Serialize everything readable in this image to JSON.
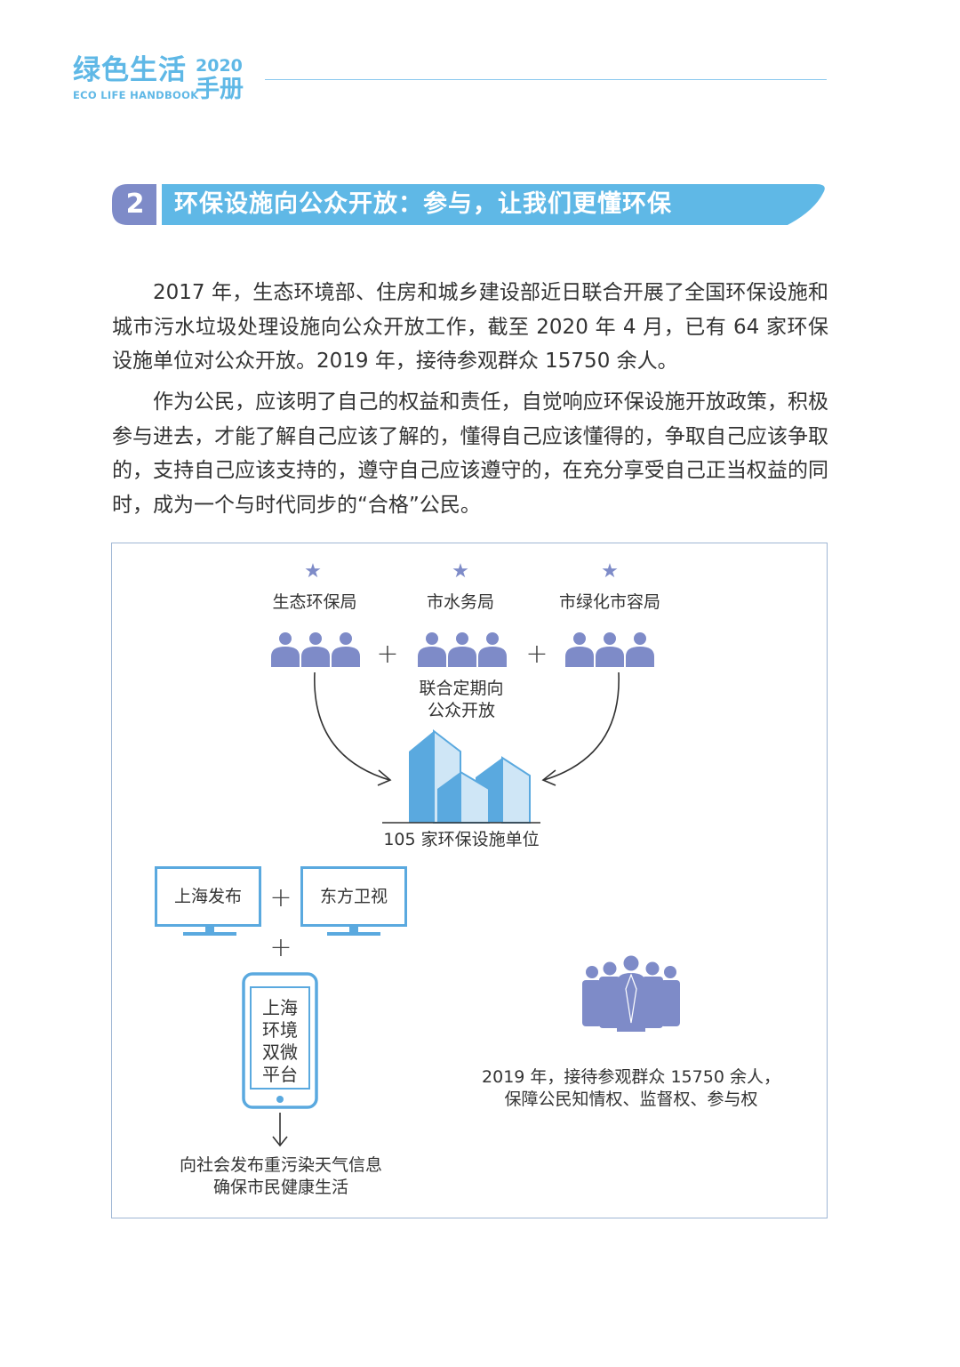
{
  "header": {
    "logo_zh": "绿色生活",
    "logo_year": "2020",
    "logo_handbook": "手册",
    "logo_en": "ECO LIFE HANDBOOK"
  },
  "section": {
    "number": "2",
    "title": "环保设施向公众开放：参与，让我们更懂环保"
  },
  "paragraphs": [
    "2017 年，生态环境部、住房和城乡建设部近日联合开展了全国环保设施和城市污水垃圾处理设施向公众开放工作，截至 2020 年 4 月，已有 64 家环保设施单位对公众开放。2019 年，接待参观群众 15750 余人。",
    "作为公民，应该明了自己的权益和责任，自觉响应环保设施开放政策，积极参与进去，才能了解自己应该了解的，懂得自己应该懂得的，争取自己应该争取的，支持自己应该支持的，遵守自己应该遵守的，在充分享受自己正当权益的同时，成为一个与时代同步的“合格”公民。"
  ],
  "diagram": {
    "agencies": [
      "生态环保局",
      "市水务局",
      "市绿化市容局"
    ],
    "joint_label_line1": "联合定期向",
    "joint_label_line2": "公众开放",
    "facility_label": "105 家环保设施单位",
    "screens": [
      "上海发布",
      "东方卫视"
    ],
    "phone_lines": [
      "上海",
      "环境",
      "双微",
      "平台"
    ],
    "publish_line1": "向社会发布重污染天气信息",
    "publish_line2": "确保市民健康生活",
    "visitors_line1": "2019 年，接待参观群众 15750 余人，",
    "visitors_line2": "保障公民知情权、监督权、参与权",
    "plus_sign": "+",
    "star": "★"
  },
  "colors": {
    "brand_blue": "#5fb8e6",
    "people_purple": "#7e8bc8",
    "building_blue": "#5aa9df",
    "building_light": "#cfe6f6"
  }
}
